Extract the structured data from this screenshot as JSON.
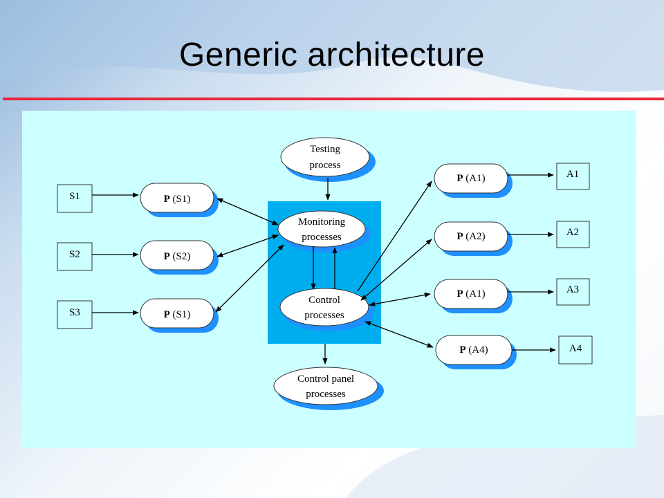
{
  "slide": {
    "title": "Generic architecture"
  },
  "diagram": {
    "sensors": [
      "S1",
      "S2",
      "S3"
    ],
    "sensor_processes": [
      {
        "bold": "P",
        "rest": " (S1)"
      },
      {
        "bold": "P",
        "rest": " (S2)"
      },
      {
        "bold": "P",
        "rest": " (S1)"
      }
    ],
    "testing": [
      "Testing",
      "process"
    ],
    "monitoring": [
      "Monitoring",
      "processes"
    ],
    "control": [
      "Control",
      "processes"
    ],
    "control_panel": [
      "Control panel",
      "processes"
    ],
    "actuator_processes": [
      {
        "bold": "P",
        "rest": " (A1)"
      },
      {
        "bold": "P",
        "rest": " (A2)"
      },
      {
        "bold": "P",
        "rest": " (A1)"
      },
      {
        "bold": "P",
        "rest": " (A4)"
      }
    ],
    "actuators": [
      "A1",
      "A2",
      "A3",
      "A4"
    ],
    "colors": {
      "panel": "#ccffff",
      "core": "#00aeef",
      "node_shadow": "#1e90ff",
      "rule": "#e8263a"
    }
  }
}
